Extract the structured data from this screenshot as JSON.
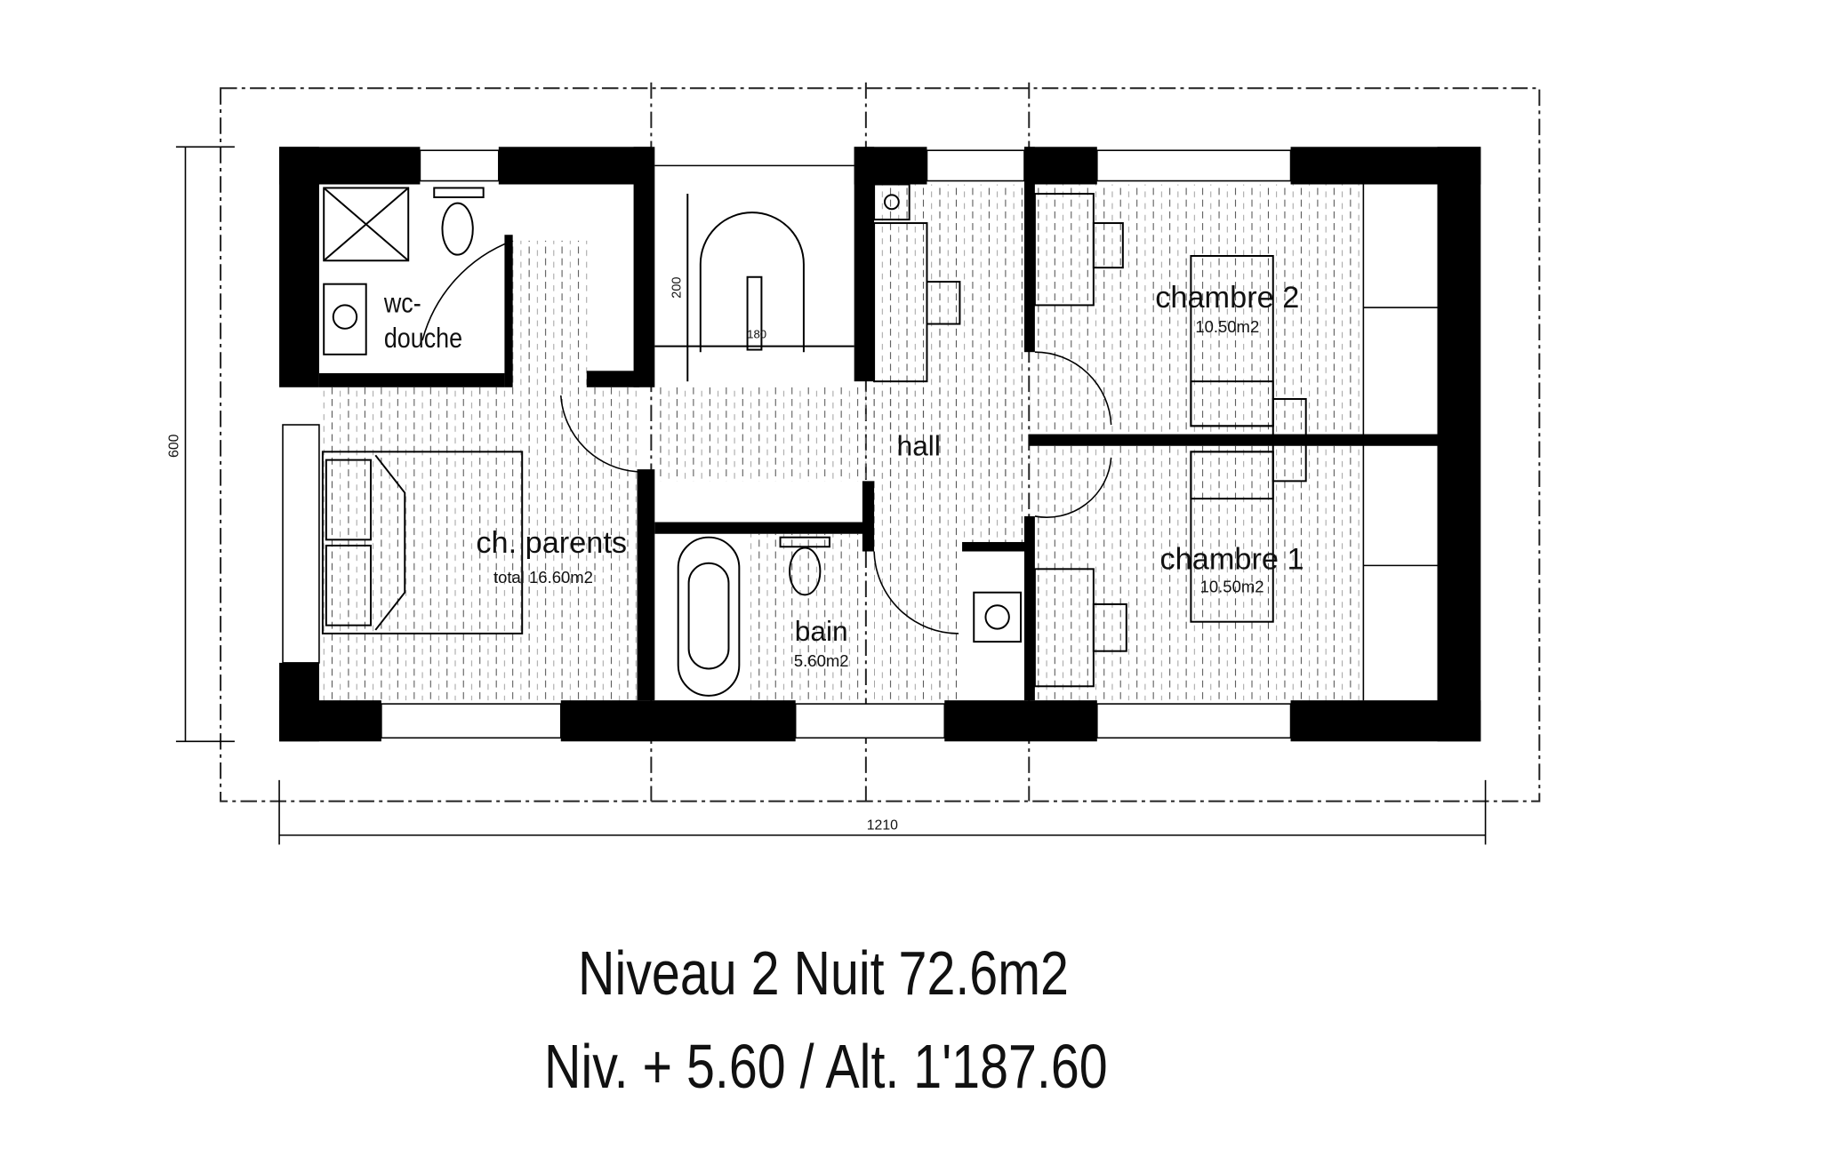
{
  "plan": {
    "rooms": {
      "wc_douche": {
        "line1": "wc-",
        "line2": "douche"
      },
      "ch_parents": {
        "name": "ch. parents",
        "area": "total 16.60m2"
      },
      "bain": {
        "name": "bain",
        "area": "5.60m2"
      },
      "hall": {
        "name": "hall"
      },
      "chambre2": {
        "name": "chambre 2",
        "area": "10.50m2"
      },
      "chambre1": {
        "name": "chambre 1",
        "area": "10.50m2"
      }
    },
    "dimensions": {
      "width": "1210",
      "depth": "600",
      "stair_length": "200",
      "stair_width": "180"
    },
    "colors": {
      "wall": "#000000",
      "background": "#ffffff"
    }
  },
  "caption": {
    "line1": "Niveau 2 Nuit 72.6m2",
    "line2": "Niv. + 5.60 / Alt. 1'187.60"
  }
}
